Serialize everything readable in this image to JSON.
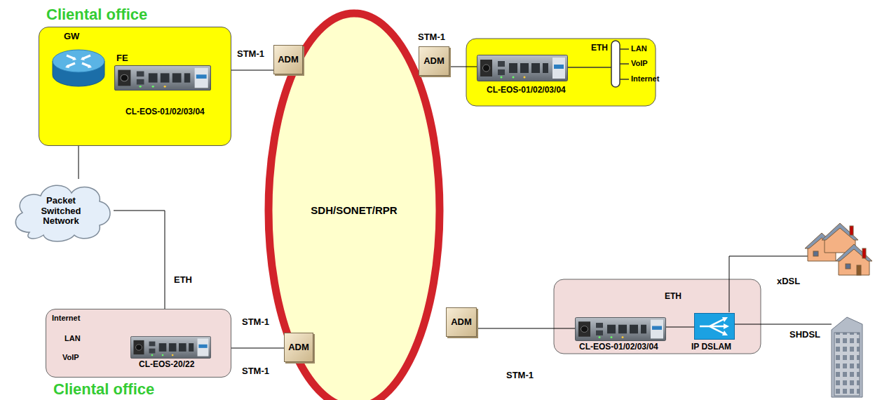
{
  "diagram": {
    "nodes": [
      {
        "text": [
          "Cliental office"
        ]
      },
      {
        "text": [
          "GW"
        ],
        "in": 0
      },
      {
        "text": [
          "CL-EOS-01/02/03/04"
        ],
        "in": 0
      },
      {
        "text": [
          "SDH/SONET/RPR"
        ]
      },
      {
        "text": [
          "ADM"
        ]
      },
      {
        "text": [
          "ADM"
        ]
      },
      {
        "text": [
          "CL-EOS-01/02/03/04"
        ]
      },
      {
        "text": [
          "Packet Switched Network"
        ]
      },
      {
        "text": [
          "Cliental office"
        ]
      },
      {
        "text": [
          "CL-EOS-20/22"
        ],
        "in": 8
      },
      {
        "text": [
          "ADM"
        ]
      },
      {
        "text": [
          "ADM"
        ]
      },
      {
        "text": [
          "CL-EOS-01/02/03/04"
        ]
      },
      {
        "text": [
          "IP DSLAM"
        ]
      }
    ],
    "edges": [
      {
        "from": 1,
        "to": 2,
        "label": "FE",
        "arrow": "none"
      },
      {
        "from": 2,
        "to": 4,
        "label": "STM-1",
        "arrow": "none"
      },
      {
        "from": 5,
        "to": 6,
        "label": "STM-1",
        "arrow": "none"
      },
      {
        "from": 1,
        "to": 7,
        "arrow": "none"
      },
      {
        "from": 7,
        "to": 9,
        "label": "ETH",
        "arrow": "none"
      },
      {
        "from": 9,
        "to": 10,
        "label": "STM-1",
        "arrow": "none"
      },
      {
        "from": 11,
        "to": 12,
        "label": "STM-1",
        "arrow": "none"
      },
      {
        "from": 12,
        "to": 13,
        "arrow": "none"
      }
    ],
    "labels": [
      "ETH",
      "LAN",
      "VoIP",
      "Internet",
      "Internet",
      "LAN",
      "VoIP",
      "STM-1",
      "ETH",
      "xDSL",
      "SHDSL"
    ]
  }
}
